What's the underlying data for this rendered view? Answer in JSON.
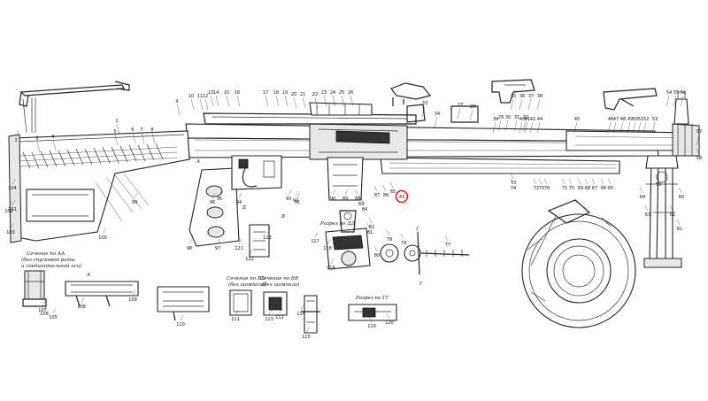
{
  "captions": {
    "section_aa_1": "Сечение по АА",
    "section_aa_2": "(без спусковой рамы",
    "section_aa_3": "и соединительной оси)",
    "section_bb_1": "Сечение по ББ",
    "section_bb_2": "(без шомпола)",
    "section_vv_1": "Сечение по ВВ",
    "section_vv_2": "(без шомпола)",
    "cut_dd": "Разрез по ДД",
    "cut_gg": "Разрез по ГГ"
  },
  "section_letters": {
    "a_left": "А",
    "a_right": "А",
    "b": "Б",
    "v": "В",
    "g_top": "Г",
    "g_bottom": "Г"
  },
  "callouts": [
    "1",
    "2",
    "3",
    "4",
    "5",
    "6",
    "7",
    "8",
    "9",
    "10",
    "11",
    "12",
    "13",
    "14",
    "15",
    "16",
    "17",
    "18",
    "19",
    "20",
    "21",
    "22",
    "23",
    "24",
    "25",
    "26",
    "27",
    "28",
    "29",
    "30",
    "31",
    "32",
    "33",
    "34",
    "35",
    "36",
    "37",
    "38",
    "39",
    "40",
    "41",
    "42",
    "43",
    "44",
    "45",
    "46",
    "47",
    "48",
    "49",
    "50",
    "51",
    "52",
    "53",
    "54",
    "55",
    "56",
    "57",
    "58",
    "59",
    "60",
    "61",
    "62",
    "63",
    "64",
    "65",
    "66",
    "67",
    "68",
    "69",
    "70",
    "71",
    "72",
    "73",
    "74",
    "75",
    "76",
    "77",
    "78",
    "79",
    "80",
    "81",
    "82",
    "83",
    "84",
    "85",
    "86",
    "87",
    "88",
    "89",
    "90",
    "91",
    "92",
    "93",
    "94",
    "95",
    "96",
    "97",
    "98",
    "99",
    "100",
    "101",
    "102",
    "103",
    "104",
    "105",
    "106",
    "107",
    "108",
    "109",
    "110",
    "111",
    "112",
    "113",
    "114",
    "115",
    "116",
    "117",
    "118",
    "119",
    "120",
    "121",
    "122",
    "123"
  ],
  "highlighted_callout": "43",
  "highlight_color": "#e02020"
}
